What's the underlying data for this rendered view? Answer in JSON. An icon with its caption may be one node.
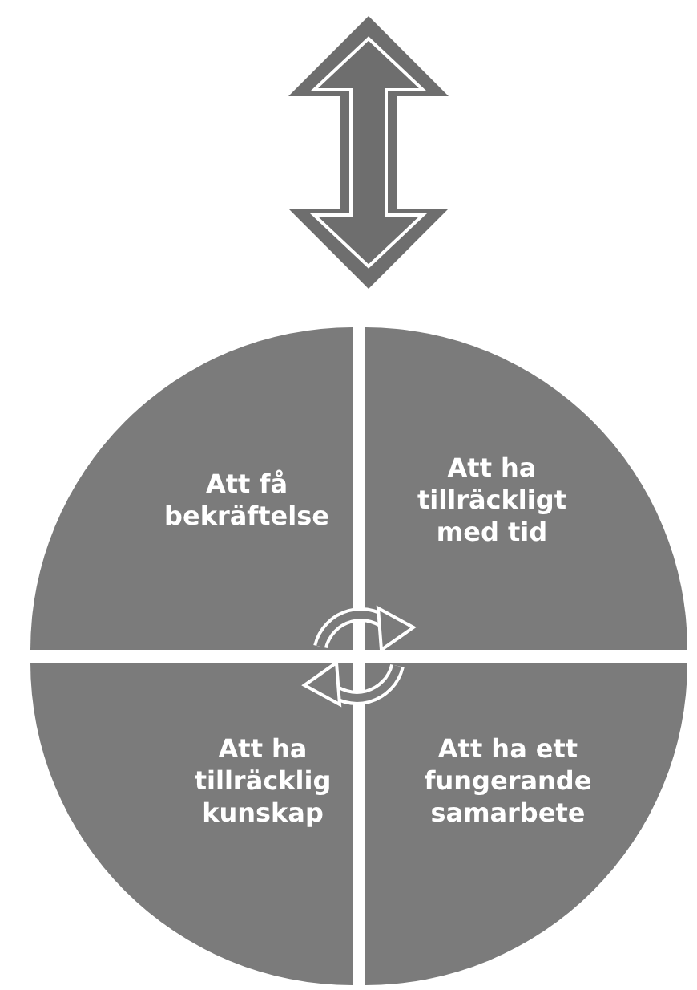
{
  "diagram": {
    "nodes": [
      {
        "text": [
          "Att få bekräftelse"
        ]
      },
      {
        "text": [
          "Att ha tillräckligt med tid"
        ]
      },
      {
        "text": [
          "Att ha tillräcklig kunskap"
        ]
      },
      {
        "text": [
          "Att ha ett fungerande samarbete"
        ]
      }
    ]
  }
}
